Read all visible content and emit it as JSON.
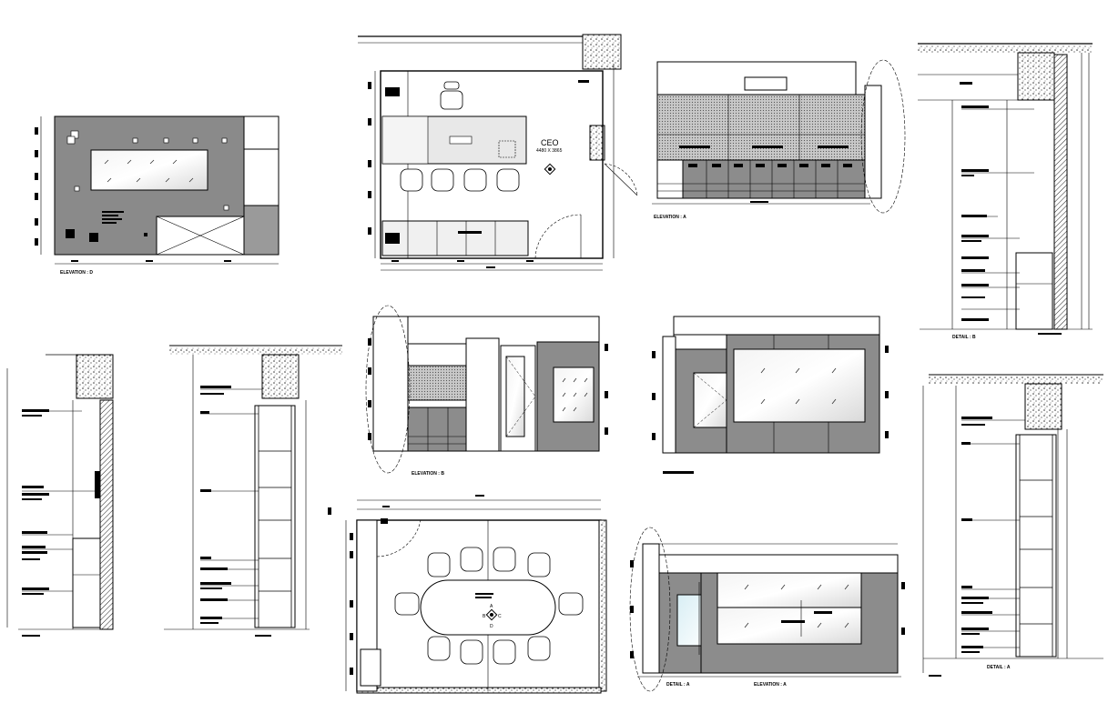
{
  "labels": {
    "elev_d": "ELEVATION : D",
    "elev_a_top": "ELEVATION : A",
    "elev_b": "ELEVATION : B",
    "detail_b": "DETAIL : B",
    "detail_a_1": "DETAIL : A",
    "elev_a_bottom": "ELEVATION : A",
    "detail_a_2": "DETAIL : A"
  },
  "ceo_room": {
    "title": "CEO",
    "size": "4480 X 3865"
  },
  "section_marks": {
    "a": "A",
    "b": "B",
    "c": "C",
    "d": "D"
  }
}
